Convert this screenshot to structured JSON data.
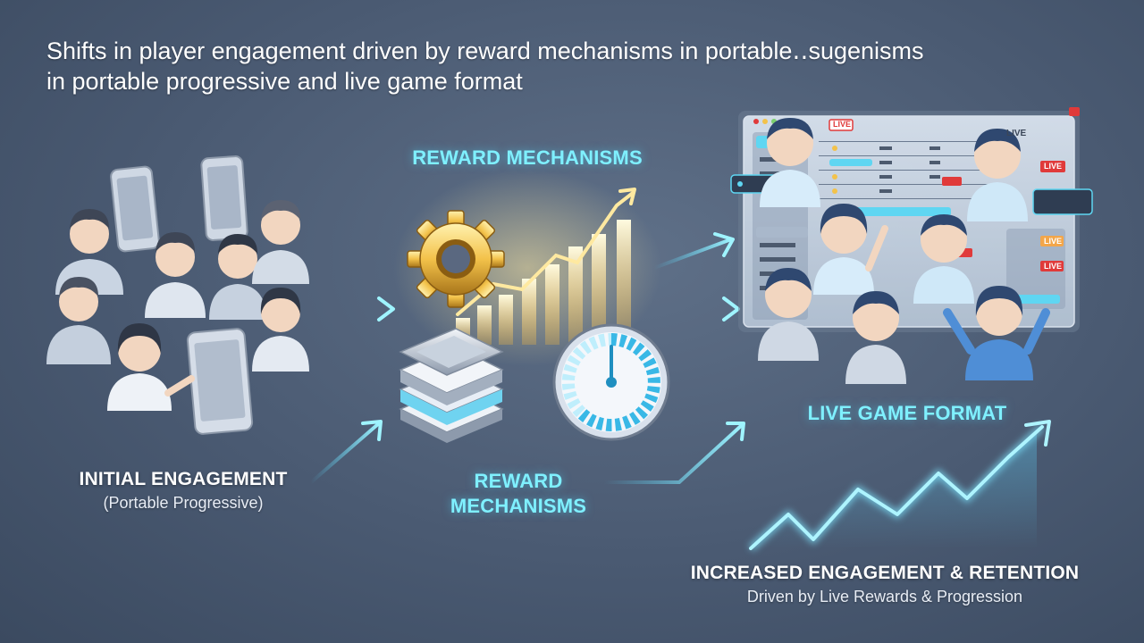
{
  "title": {
    "line1": "Shifts in player engagement driven by reward mechanisms in portable‥sugenisms",
    "line2": "in portable progressive and live game format"
  },
  "stages": {
    "initial": {
      "label": "INITIAL ENGAGEMENT",
      "sublabel": "(Portable Progressive)"
    },
    "reward_top": {
      "label": "REWARD MECHANISMS"
    },
    "reward_bottom": {
      "line1": "REWARD",
      "line2": "MECHANISMS"
    },
    "live": {
      "label": "LIVE GAME FORMAT"
    },
    "outcome": {
      "label": "INCREASED ENGAGEMENT & RETENTION",
      "sublabel": "Driven by Live Rewards & Progression"
    }
  },
  "screen": {
    "live_badge": "LIVE",
    "live_header": "LIVE",
    "live_tags": [
      "LIVE",
      "LIVE",
      "LIVE"
    ]
  },
  "icons": [
    "person-icon",
    "smartphone-icon",
    "gear-icon",
    "bar-growth-icon",
    "stack-icon",
    "gauge-icon",
    "dashboard-icon",
    "flow-arrow-icon",
    "trend-arrow-icon"
  ],
  "colors": {
    "accent_cyan": "#7ff0ff",
    "gold": "#f3c24a",
    "live_red": "#e03a3a",
    "background": "#4a5a72"
  }
}
